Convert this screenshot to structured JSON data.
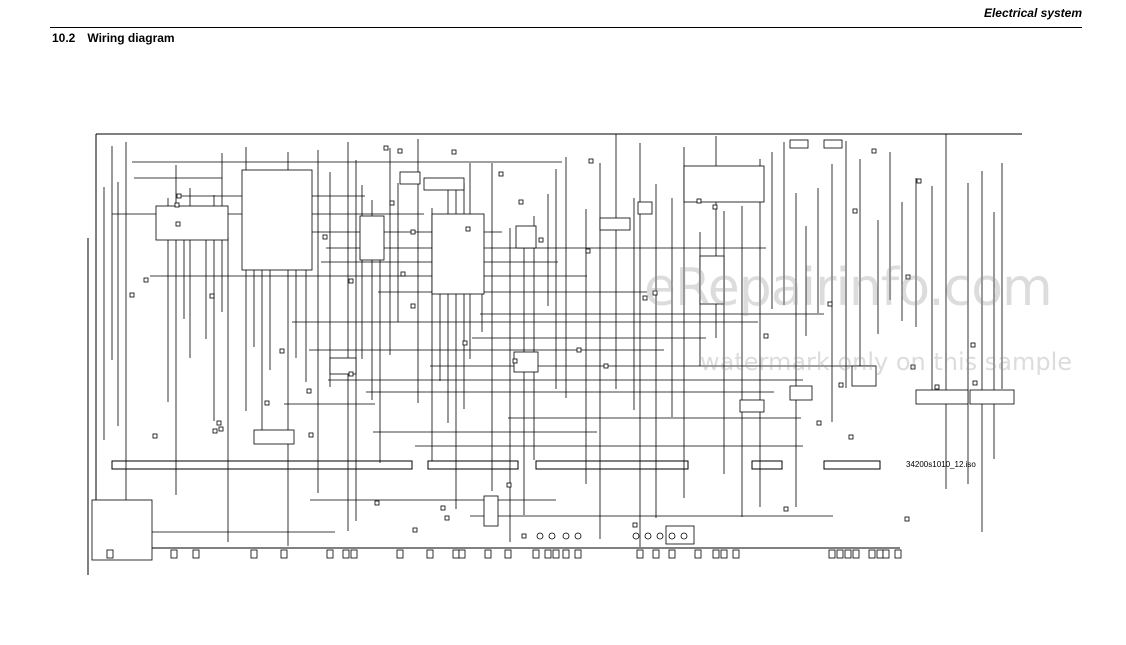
{
  "header": {
    "section": "Electrical system",
    "subtitle_number": "10.2",
    "subtitle_title": "Wiring diagram"
  },
  "diagram": {
    "drawing_reference": "34200s1010_12.iso"
  },
  "watermark": {
    "site": "eRepairinfo.com",
    "note": "watermark only on this sample"
  }
}
